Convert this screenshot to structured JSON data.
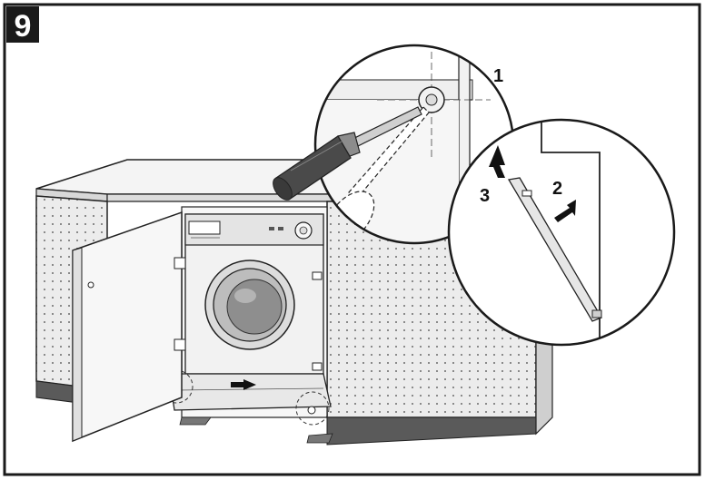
{
  "figure": {
    "step_number": "9",
    "callouts": {
      "step1": "1",
      "step2": "2",
      "step3": "3"
    }
  },
  "colors": {
    "frame": "#1a1a1a",
    "panel_fill": "#e9e9e9",
    "panel_dark": "#5a5a5a",
    "dot": "#8a8a8a",
    "tool": "#4a4a4a"
  }
}
